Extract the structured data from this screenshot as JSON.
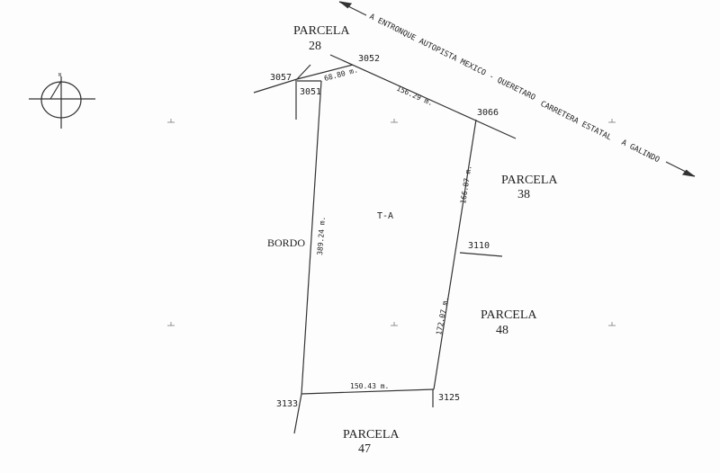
{
  "north_symbol": {
    "label": "N"
  },
  "road": {
    "label_left": "A ENTRONQUE AUTOPISTA MEXICO - QUERETARO",
    "label_right": "CARRETERA ESTATAL",
    "label_end": "A GALINDO"
  },
  "parcels": [
    {
      "name": "PARCELA",
      "number": "28"
    },
    {
      "name": "PARCELA",
      "number": "38"
    },
    {
      "name": "PARCELA",
      "number": "48"
    },
    {
      "name": "PARCELA",
      "number": "47"
    }
  ],
  "lot_label": "T-A",
  "bordo_label": "BORDO",
  "points": {
    "p3057": "3057",
    "p3052": "3052",
    "p3051": "3051",
    "p3066": "3066",
    "p3110": "3110",
    "p3125": "3125",
    "p3133": "3133"
  },
  "dimensions": {
    "d1": "68.80 m.",
    "d2": "156.29 m.",
    "d3": "166.87 m.",
    "d4": "172.07 m.",
    "d5": "150.43 m.",
    "d6": "389.24 m."
  }
}
